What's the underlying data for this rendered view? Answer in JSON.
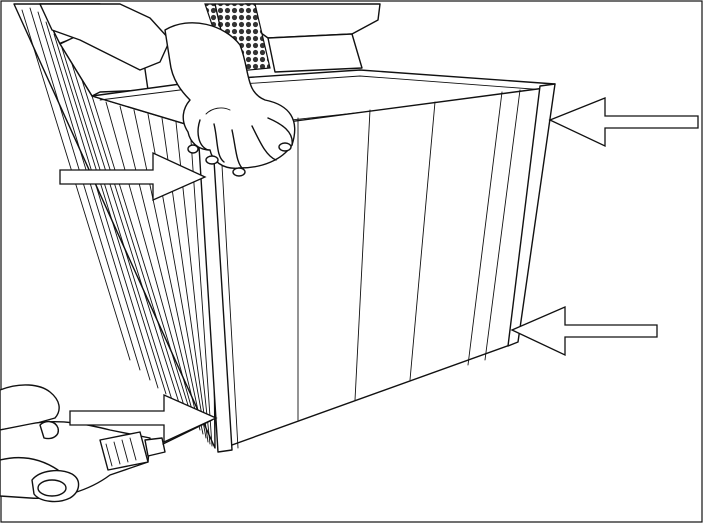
{
  "figure": {
    "subject": "assembly-step-illustration",
    "style": "black-line-art",
    "colors": {
      "line": "#111111",
      "background": "#ffffff",
      "mesh": "#333333"
    },
    "arrow_count": 4,
    "icons": [
      "hand-icon",
      "drill-icon",
      "arrow-icon"
    ]
  }
}
